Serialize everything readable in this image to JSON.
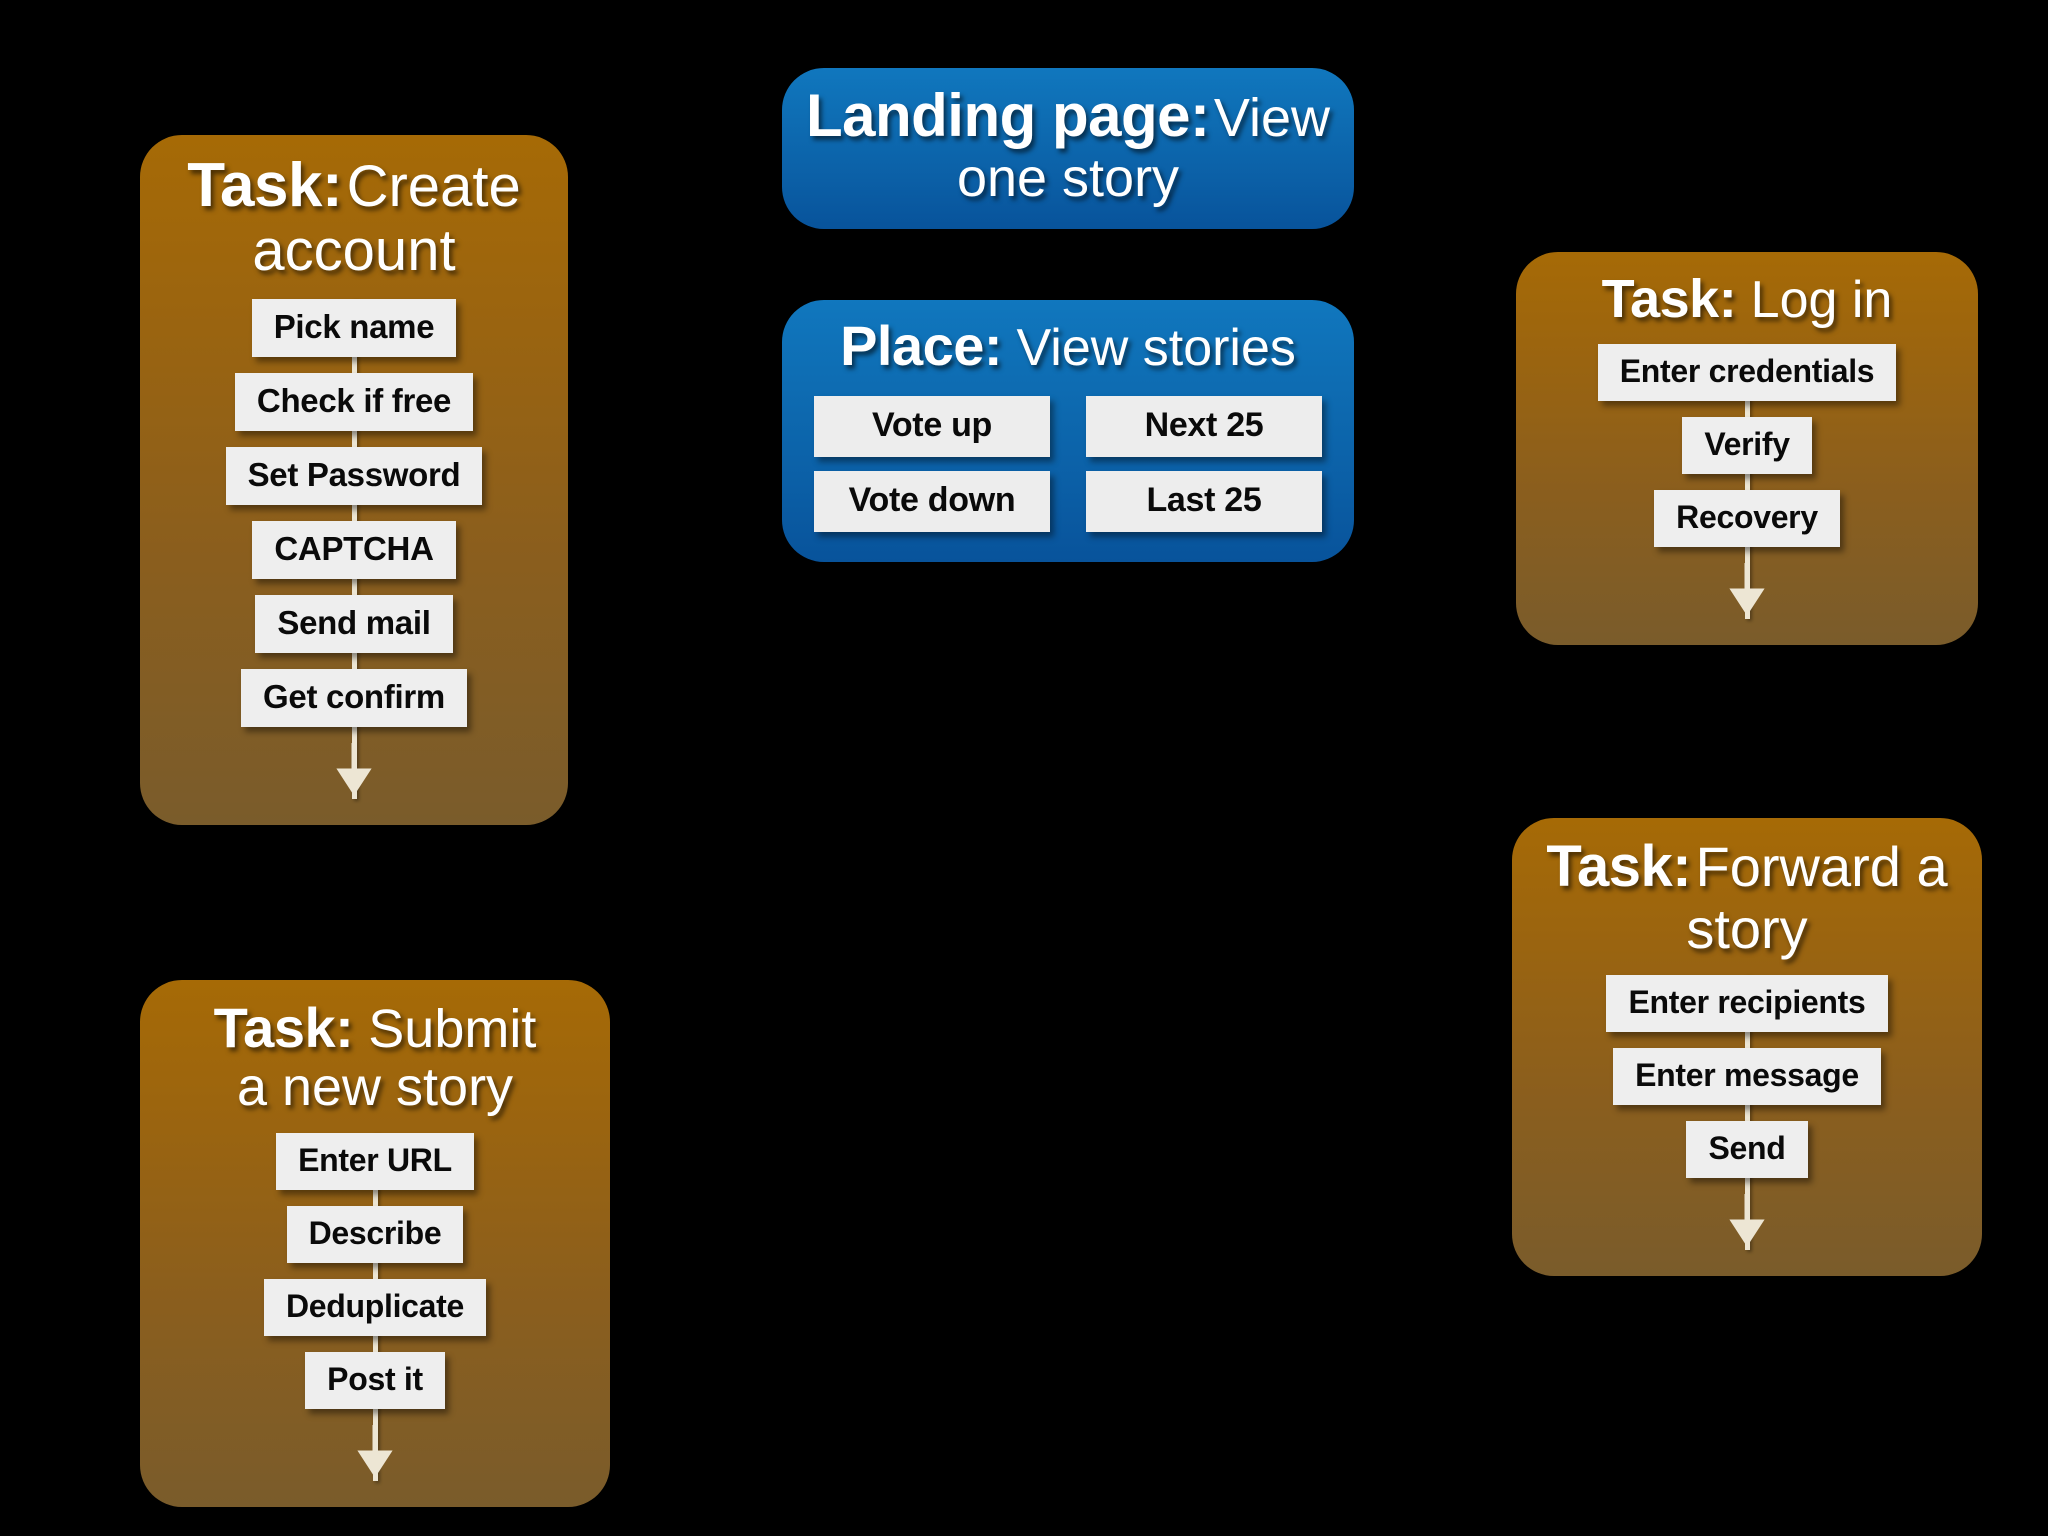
{
  "meta": {
    "background_color": "#000000",
    "orange_gradient_top": "#A66A06",
    "orange_gradient_bottom": "#7A5C2B",
    "blue_gradient_top": "#1077BE",
    "blue_gradient_bottom": "#08539B",
    "step_box_color": "#EEEEEE",
    "step_text_color": "#0A0A0A",
    "connector_color": "#EDE6D4"
  },
  "cards": {
    "create_account": {
      "kind": "task",
      "label": "Task:",
      "name": "Create account",
      "steps": [
        "Pick name",
        "Check if free",
        "Set Password",
        "CAPTCHA",
        "Send mail",
        "Get confirm"
      ],
      "has_end_arrow": true
    },
    "landing_page": {
      "kind": "place",
      "label": "Landing page:",
      "name": "View one story"
    },
    "view_stories": {
      "kind": "place",
      "label": "Place:",
      "name": "View stories",
      "buttons": [
        "Vote up",
        "Next 25",
        "Vote down",
        "Last 25"
      ]
    },
    "log_in": {
      "kind": "task",
      "label": "Task:",
      "name": "Log in",
      "steps": [
        "Enter credentials",
        "Verify",
        "Recovery"
      ],
      "has_end_arrow": true
    },
    "forward_story": {
      "kind": "task",
      "label": "Task:",
      "name": "Forward a story",
      "steps": [
        "Enter recipients",
        "Enter message",
        "Send"
      ],
      "has_end_arrow": true
    },
    "submit_story": {
      "kind": "task",
      "label": "Task:",
      "name_line1": "Submit",
      "name_line2": "a new story",
      "steps": [
        "Enter URL",
        "Describe",
        "Deduplicate",
        "Post it"
      ],
      "has_end_arrow": true
    }
  }
}
